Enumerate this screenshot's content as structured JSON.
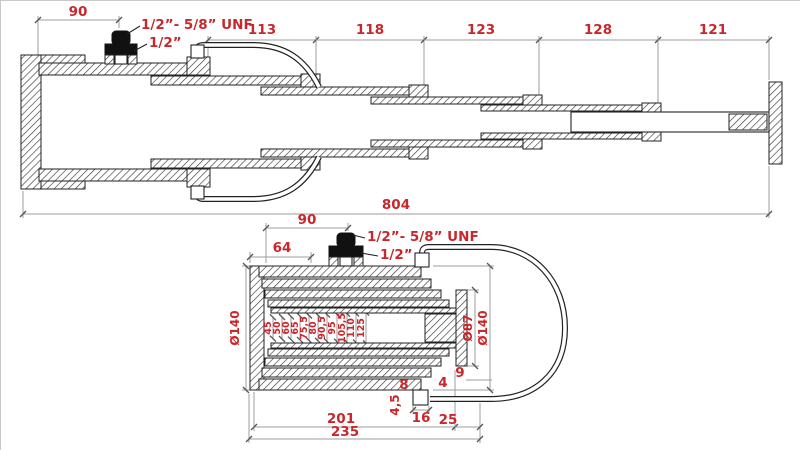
{
  "colors": {
    "background": "#ffffff",
    "dimension_text": "#c8272b",
    "drawing_line": "#222222",
    "dimension_line": "#9c9c9c"
  },
  "extended_view": {
    "label": "extended telescopic cylinder cross-section",
    "port": {
      "thread_spec": "1/2”- 5/8” UNF",
      "port_size": "1/2”"
    },
    "dimensions": {
      "port_position": "90",
      "stage_lengths": [
        "113",
        "118",
        "123",
        "128",
        "121"
      ],
      "overall_length": "804"
    }
  },
  "retracted_view": {
    "label": "retracted telescopic cylinder cross-section",
    "port": {
      "thread_spec": "1/2”- 5/8” UNF",
      "port_size": "1/2”"
    },
    "dimensions": {
      "port_position": "90",
      "gland_length": "64",
      "outer_diameter": "Ø140",
      "stage_diameters": [
        "45",
        "50",
        "60",
        "65",
        "75,5",
        "80",
        "90,5",
        "95",
        "105,5",
        "110",
        "125"
      ],
      "rod_diameter": "Ø87",
      "end_cap_diameter": "Ø140",
      "wall_thickness": "8",
      "hose_clearance": "4,5",
      "elbow_width": "16",
      "step_small": "4",
      "step_large": "9",
      "hose_offset": "25",
      "retracted_body_length": "201",
      "retracted_total_length": "235"
    }
  }
}
